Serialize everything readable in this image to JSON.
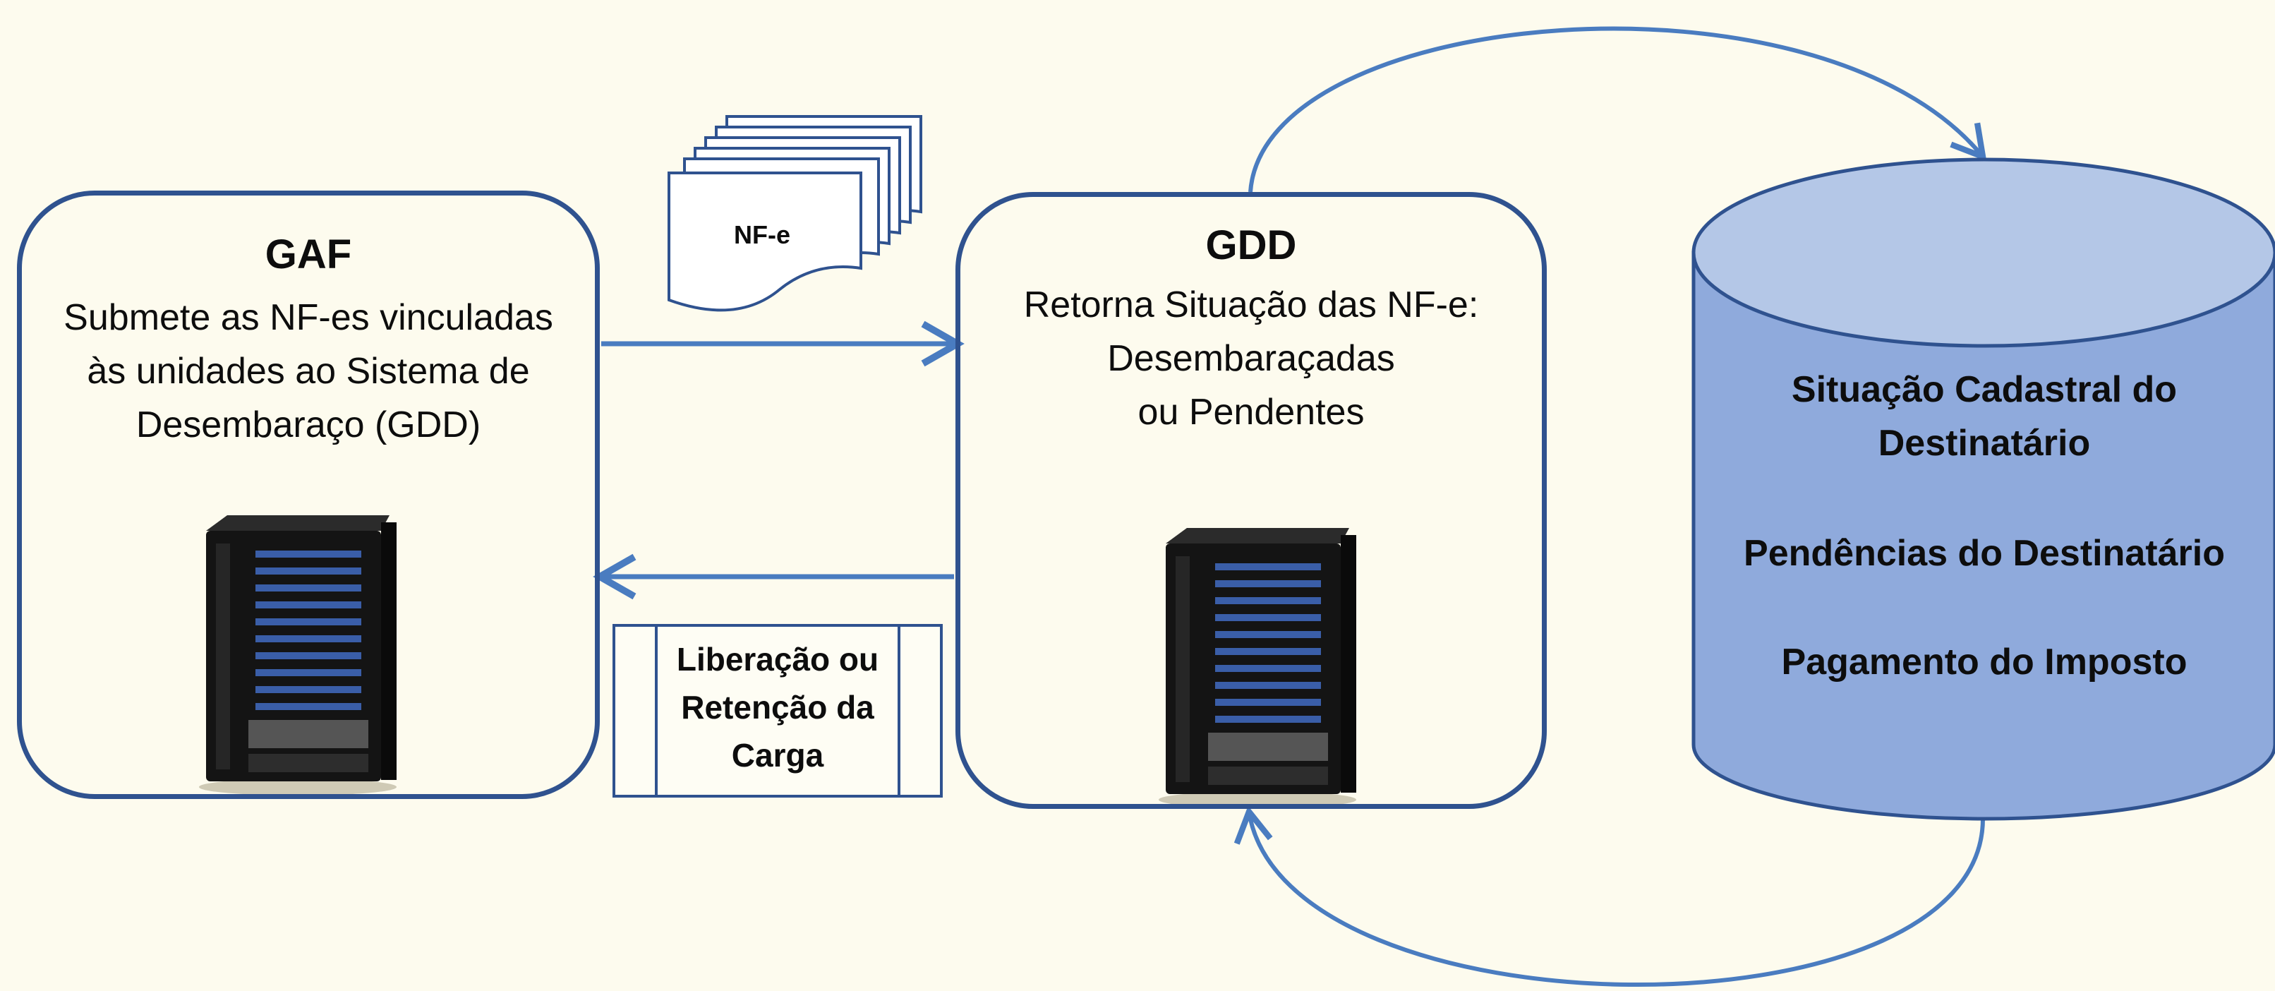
{
  "gaf": {
    "title": "GAF",
    "description": "Submete as NF-es vinculadas\nàs unidades ao Sistema de\nDesembaraço (GDD)"
  },
  "gdd": {
    "title": "GDD",
    "description": "Retorna Situação das NF-e:\nDesembaraçadas\nou Pendentes"
  },
  "document_stack": {
    "label": "NF-e"
  },
  "process": {
    "label": "Liberação ou\nRetenção da\nCarga"
  },
  "database": {
    "item1": "Situação Cadastral do\nDestinatário",
    "item2": "Pendências do Destinatário",
    "item3": "Pagamento do Imposto"
  },
  "colors": {
    "border": "#2f528f",
    "arrow": "#4a7cc0",
    "db_fill": "#8faadc",
    "db_top": "#b4c7e7",
    "background": "#fdfbee"
  },
  "icons": [
    "server-rack-icon",
    "document-stack-icon",
    "database-cylinder-icon"
  ]
}
